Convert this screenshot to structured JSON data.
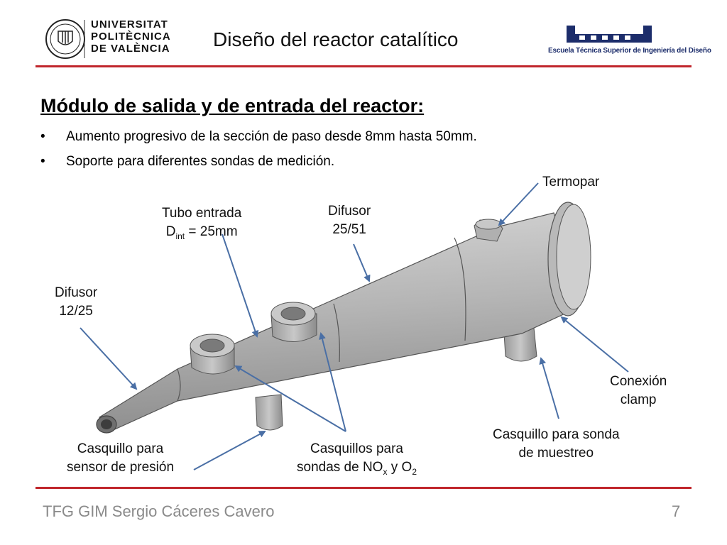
{
  "header": {
    "university_lines": [
      "UNIVERSITAT",
      "POLITÈCNICA",
      "DE VALÈNCIA"
    ],
    "title": "Diseño del reactor catalítico",
    "school_caption": "Escuela Técnica Superior de Ingeniería del Diseño"
  },
  "content": {
    "heading": "Módulo de salida y de entrada del reactor:",
    "bullets": [
      "Aumento progresivo de la sección de paso desde 8mm hasta 50mm.",
      "Soporte para diferentes sondas de medición."
    ]
  },
  "labels": {
    "termopar": "Termopar",
    "tubo_entrada_1": "Tubo entrada",
    "tubo_entrada_d": "D",
    "tubo_entrada_sub": "int",
    "tubo_entrada_val": " = 25mm",
    "difusor_2551_1": "Difusor",
    "difusor_2551_2": "25/51",
    "difusor_1225_1": "Difusor",
    "difusor_1225_2": "12/25",
    "conexion_1": "Conexión",
    "conexion_2": "clamp",
    "casquillo_muestreo_1": "Casquillo para sonda",
    "casquillo_muestreo_2": "de muestreo",
    "casquillo_presion_1": "Casquillo para",
    "casquillo_presion_2": "sensor de presión",
    "casquillos_nox_1": "Casquillos para",
    "casquillos_nox_2a": "sondas de NO",
    "casquillos_nox_sub1": "x",
    "casquillos_nox_2b": " y O",
    "casquillos_nox_sub2": "2"
  },
  "footer": {
    "author": "TFG GIM Sergio Cáceres Cavero",
    "page": "7"
  }
}
